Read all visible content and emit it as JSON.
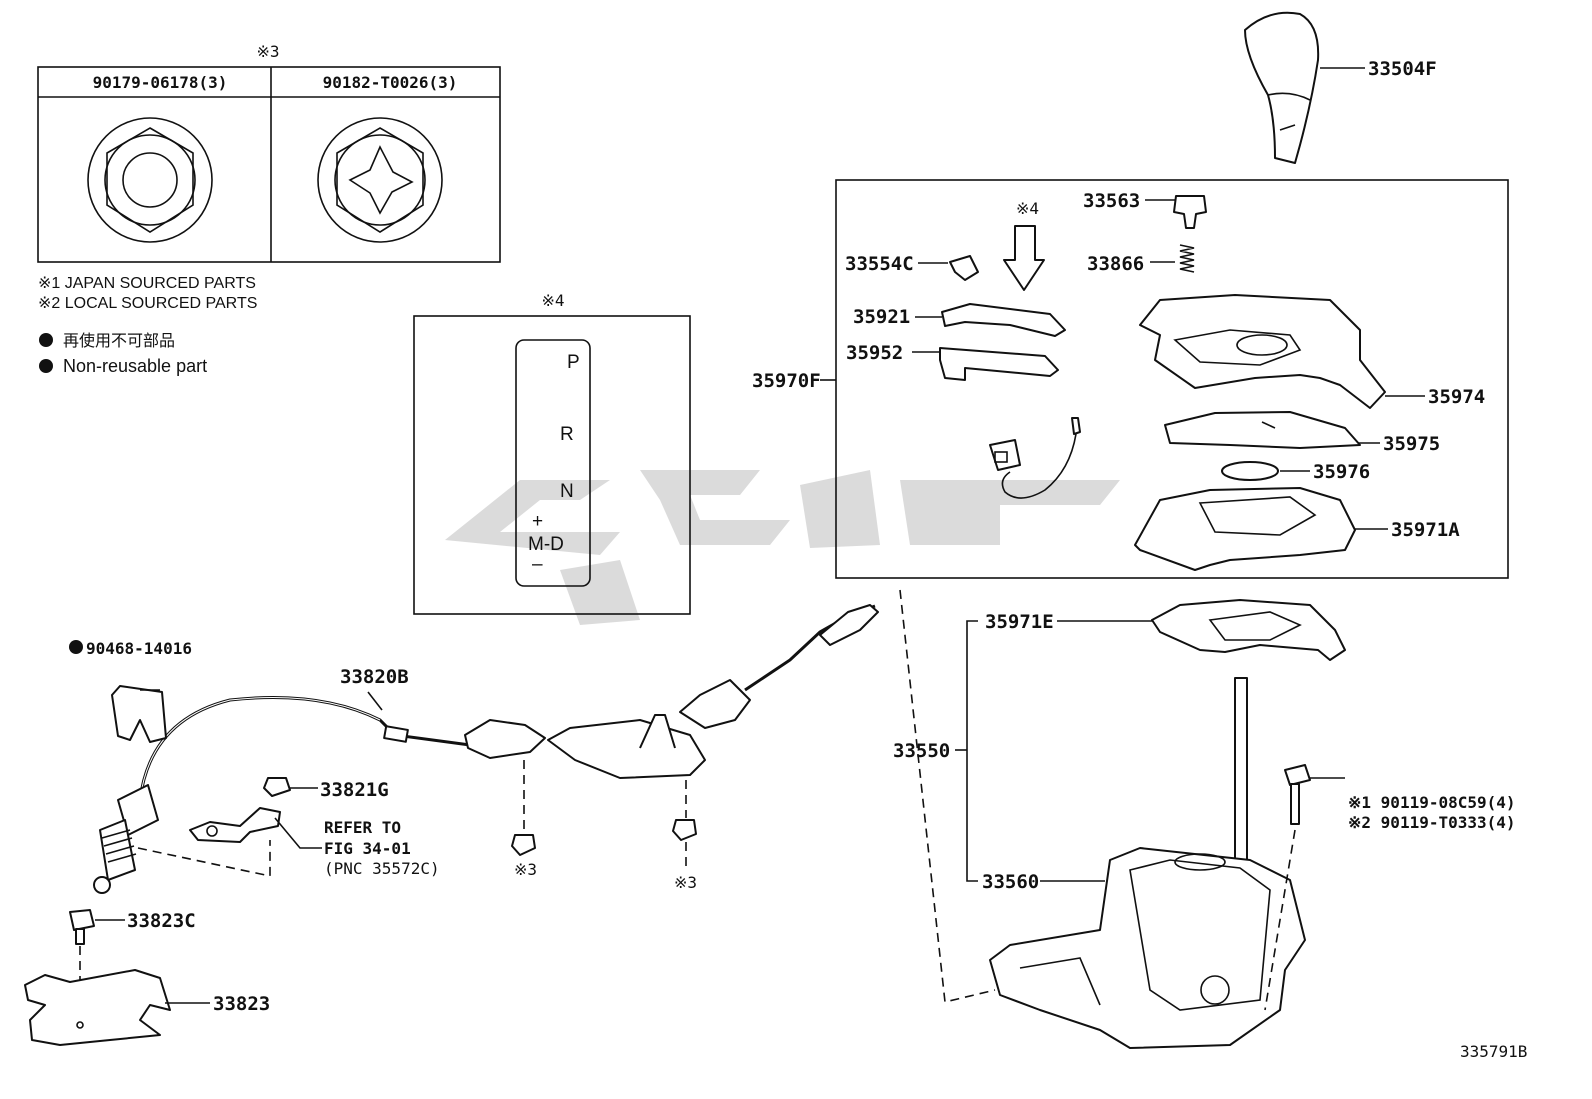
{
  "fastener_table": {
    "note_mark": "※3",
    "col1": "90179-06178(3)",
    "col2": "90182-T0026(3)"
  },
  "notes": {
    "n1": "※1  JAPAN SOURCED PARTS",
    "n2": "※2  LOCAL SOURCED PARTS",
    "nr_jp": "再使用不可部品",
    "nr_en": "Non-reusable part"
  },
  "gate_panel": {
    "mark": "※4",
    "p": "P",
    "r": "R",
    "n": "N",
    "plus": "+",
    "md": "M-D",
    "minus": "–"
  },
  "labels": {
    "p33504F": "33504F",
    "p33563": "33563",
    "p33554C": "33554C",
    "p33866": "33866",
    "p35921": "35921",
    "p35952": "35952",
    "p35970F": "35970F",
    "p35974": "35974",
    "p35975": "35975",
    "p35976": "35976",
    "p35971A": "35971A",
    "p35971E": "35971E",
    "p33550": "33550",
    "p33560": "33560",
    "p90468": "90468-14016",
    "p33820B": "33820B",
    "p33821G": "33821G",
    "p33823C": "33823C",
    "p33823": "33823",
    "bolt1": "※1 90119-08C59(4)",
    "bolt2": "※2 90119-T0333(4)",
    "refer1": "REFER TO",
    "refer2": "FIG 34-01",
    "refer3": "(PNC 35572C)",
    "mark4_top": "※4",
    "mark3_a": "※3",
    "mark3_b": "※3",
    "fig_no": "335791B"
  }
}
